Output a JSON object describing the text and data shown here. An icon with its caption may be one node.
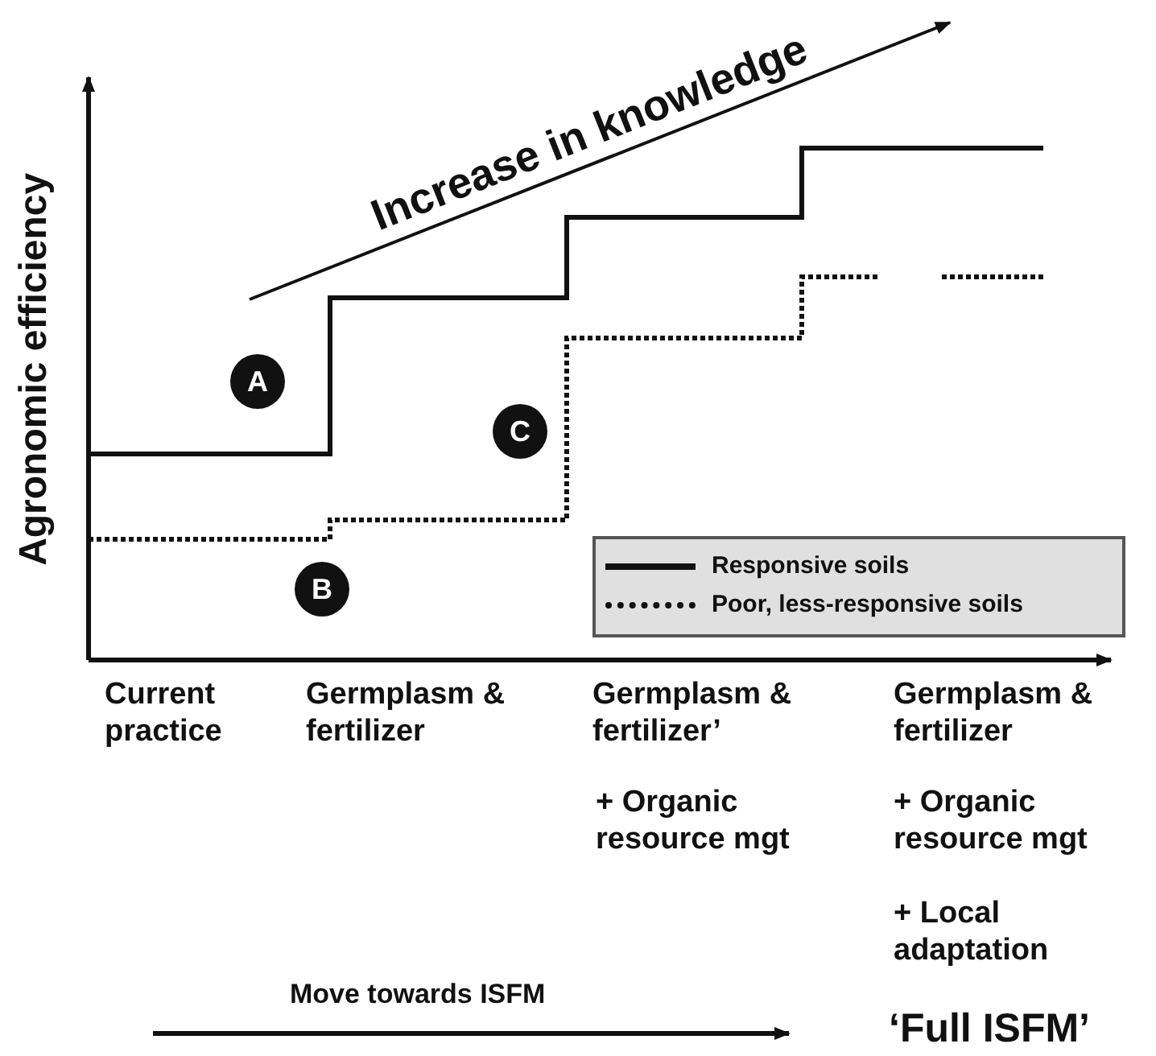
{
  "diagram": {
    "nodes": [
      {
        "text": [
          "A"
        ]
      },
      {
        "text": [
          "C"
        ]
      },
      {
        "text": [
          "B"
        ]
      }
    ],
    "edges": [],
    "labels": [
      "Increase in knowledge",
      "Agronomic efficiency",
      "Current practice",
      "Germplasm & fertilizer",
      "Germplasm & fertilizer’",
      "+ Organic resource mgt",
      "Germplasm & fertilizer",
      "+ Organic resource mgt",
      "+ Local adaptation",
      "Move towards ISFM",
      "‘Full ISFM’"
    ],
    "legend": [
      {
        "text": "Responsive soils"
      },
      {
        "text": "Poor, less-responsive soils"
      }
    ]
  }
}
